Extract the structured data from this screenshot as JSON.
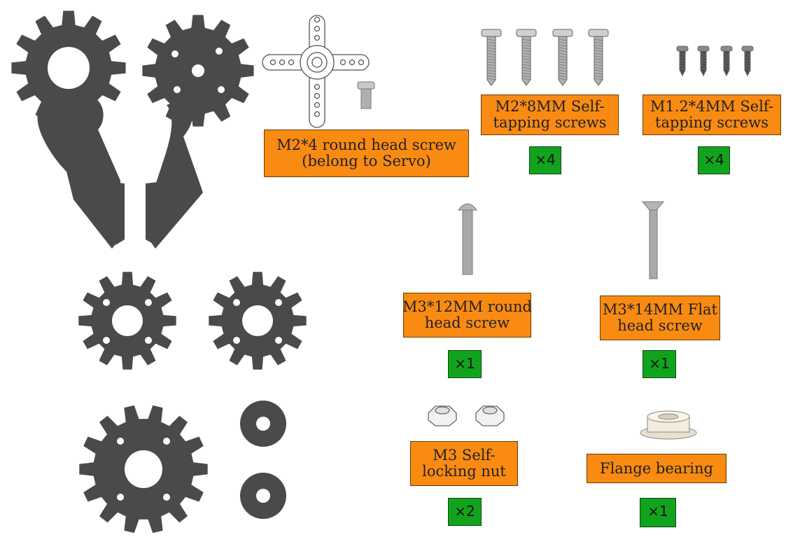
{
  "colors": {
    "part_dark": "#4a4a4a",
    "label_bg": "#f98a12",
    "qty_bg": "#12a31e",
    "screw_gray": "#9a9a9a"
  },
  "labels": {
    "servo_screw": {
      "line1": "M2*4 round head screw",
      "line2": "(belong to Servo)"
    },
    "m2_self_tap": {
      "line1": "M2*8MM Self-",
      "line2": "tapping screws"
    },
    "m12_self_tap": {
      "line1": "M1.2*4MM Self-",
      "line2": "tapping screws"
    },
    "m3_round": {
      "line1": "M3*12MM round",
      "line2": "head screw"
    },
    "m3_flat": {
      "line1": "M3*14MM Flat",
      "line2": "head screw"
    },
    "m3_nut": {
      "line1": "M3 Self-",
      "line2": "locking nut"
    },
    "flange": {
      "line1": "Flange bearing"
    }
  },
  "quantities": {
    "m2_self_tap": "×4",
    "m12_self_tap": "×4",
    "m3_round": "×1",
    "m3_flat": "×1",
    "m3_nut": "×2",
    "flange": "×1"
  }
}
